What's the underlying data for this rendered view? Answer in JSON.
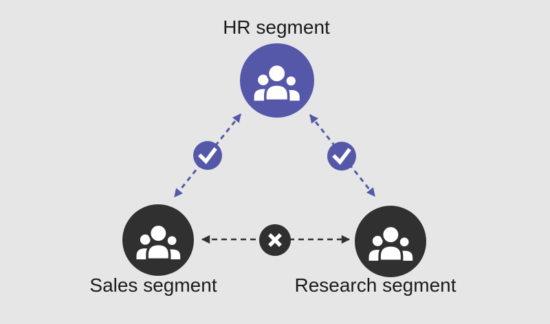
{
  "nodes": {
    "hr": {
      "label": "HR segment",
      "icon": "people-group-icon",
      "color": "#5558a9"
    },
    "sales": {
      "label": "Sales segment",
      "icon": "people-group-icon",
      "color": "#303030"
    },
    "research": {
      "label": "Research segment",
      "icon": "people-group-icon",
      "color": "#303030"
    }
  },
  "connections": [
    {
      "from": "hr",
      "to": "sales",
      "status": "allowed",
      "badge": "checkmark-icon",
      "line": "dashed-double-arrow",
      "color": "#5558a9"
    },
    {
      "from": "hr",
      "to": "research",
      "status": "allowed",
      "badge": "checkmark-icon",
      "line": "dashed-double-arrow",
      "color": "#5558a9"
    },
    {
      "from": "sales",
      "to": "research",
      "status": "blocked",
      "badge": "x-icon",
      "line": "dashed-double-arrow",
      "color": "#303030"
    }
  ],
  "colors": {
    "background": "#e6e6e6",
    "purple": "#5558a9",
    "dark": "#303030",
    "text": "#1a1a1a",
    "badge-glyph": "#ffffff"
  }
}
